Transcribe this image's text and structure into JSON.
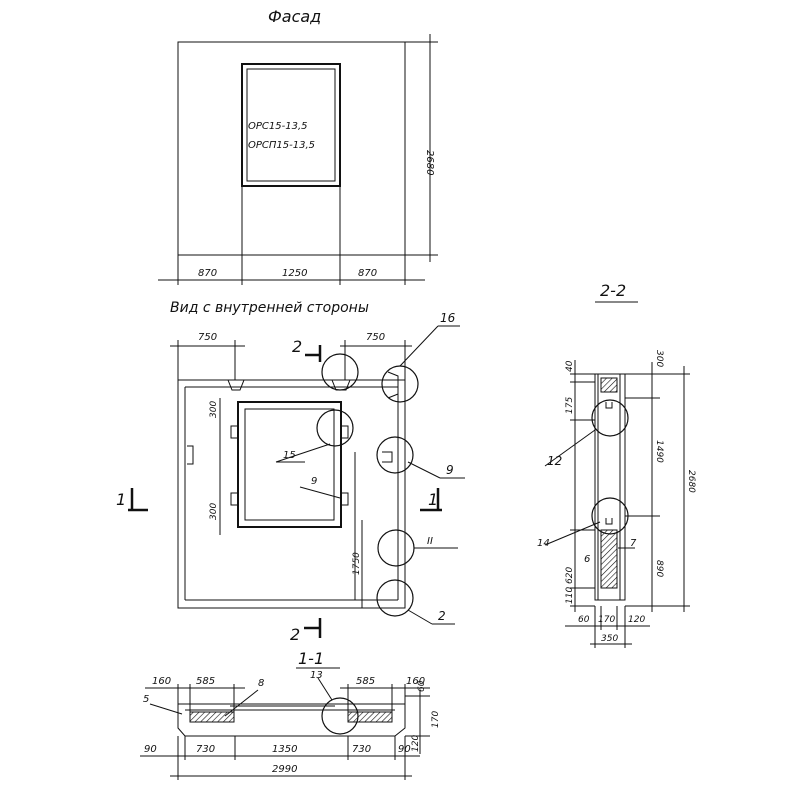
{
  "views": {
    "facade_title": "Фасад",
    "inside_view_title": "Вид с внутренней стороны",
    "section_11_title": "1-1",
    "section_22_title": "2-2"
  },
  "facade": {
    "mark_1": "ОРС15-13,5",
    "mark_2": "ОРСП15-13,5",
    "dim_height": "2680",
    "dim_left": "870",
    "dim_mid": "1250",
    "dim_right": "870"
  },
  "inside": {
    "dim_top_left": "750",
    "dim_top_right": "750",
    "dim_win_top": "300",
    "dim_win_bot": "300",
    "dim_lower": "1750",
    "cut_2": "2",
    "cut_1": "1",
    "call_16": "16",
    "call_15": "15",
    "call_9a": "9",
    "call_9b": "9",
    "call_II": "II",
    "call_2": "2"
  },
  "section11": {
    "d160a": "160",
    "d585a": "585",
    "d160b": "160",
    "d585b": "585",
    "d90a": "90",
    "d730a": "730",
    "d1350": "1350",
    "d730b": "730",
    "d90b": "90",
    "d2990": "2990",
    "d60": "60",
    "d170": "170",
    "d120": "120",
    "c5": "5",
    "c8": "8",
    "c13": "13"
  },
  "section22": {
    "d40": "40",
    "d300": "300",
    "d175": "175",
    "d1490": "1490",
    "d2680": "2680",
    "d620": "620",
    "d890": "890",
    "d110": "110",
    "d60": "60",
    "d170": "170",
    "d120": "120",
    "d350": "350",
    "c12": "12",
    "c14": "14",
    "c6": "6",
    "c7": "7"
  }
}
